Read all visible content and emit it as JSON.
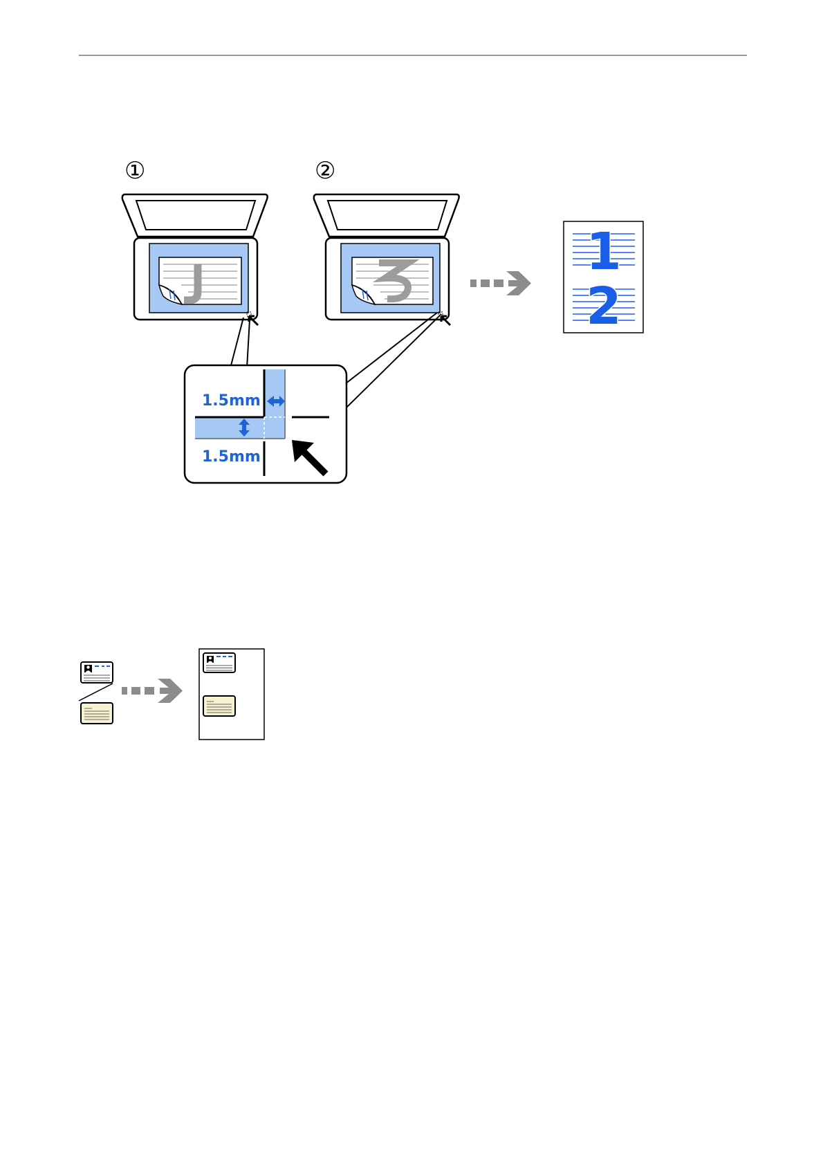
{
  "figure1": {
    "step1_marker": "①",
    "step2_marker": "②",
    "margin_horizontal": "1.5mm",
    "margin_vertical": "1.5mm",
    "output_page_numbers": [
      "1",
      "2"
    ]
  },
  "colors": {
    "glass_blue": "#a6c8f5",
    "accent_blue": "#1f63d6",
    "arrow_gray": "#8c8c8c",
    "card_back_cream": "#f6f1cf"
  },
  "icons": {
    "corner_arrow": "arrow-up-left-icon",
    "flow_arrow": "dashed-arrow-right-icon",
    "margin_arrows": "double-arrow-icon"
  }
}
